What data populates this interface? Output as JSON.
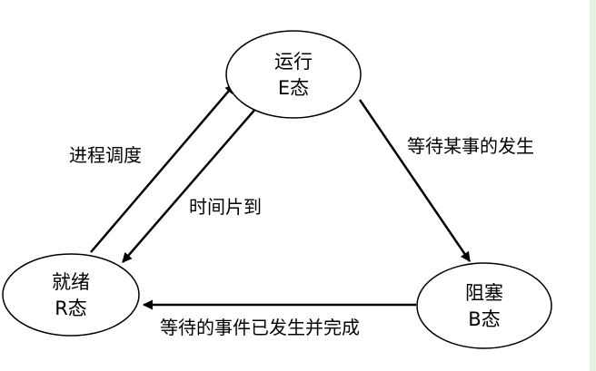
{
  "diagram": {
    "states": {
      "running": {
        "name": "运行",
        "code": "E态"
      },
      "ready": {
        "name": "就绪",
        "code": "R态"
      },
      "blocked": {
        "name": "阻塞",
        "code": "B态"
      }
    },
    "transitions": {
      "dispatch": "进程调度",
      "timeout": "时间片到",
      "wait_event": "等待某事的发生",
      "event_done": "等待的事件已发生并完成"
    },
    "colors": {
      "line": "#000000",
      "node_fill": "#ffffff",
      "accent_strip": "#e8f1e4"
    }
  }
}
